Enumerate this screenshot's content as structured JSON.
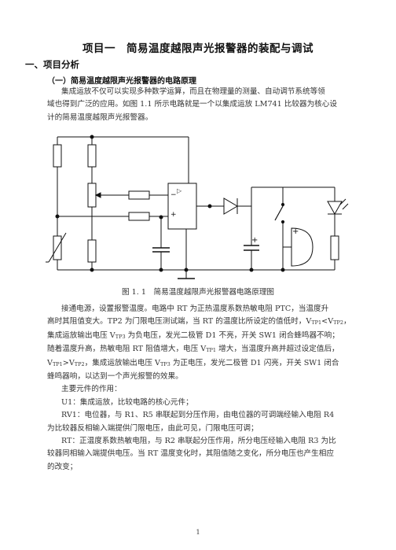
{
  "title": "项目一　简易温度越限声光报警器的装配与调试",
  "section1": "一、项目分析",
  "subsection1": "（一）简易温度越限声光报警器的电路原理",
  "intro": {
    "l1": "集成运放不仅可以实现多种数学运算，而且在物理量的测量、自动调节系统等领",
    "l2": "域也得到广泛的应用。如图 1.1 所示电路就是一个以集成运放 LM741 比较器为核心设",
    "l3": "计的简易温度越限声光报警器。"
  },
  "figure": {
    "caption": "图 1. 1　简易温度越限声光报警器电路原理图",
    "opamp_minus": "−",
    "opamp_plus": "+",
    "opamp_mark": "▷"
  },
  "body": {
    "l1": "接通电源，设置报警温度。电路中 RT 为正热温度系数热敏电阻 PTC，当温度升",
    "l2a": "高时其阻值变大。TP2 为门限电压测试端，当 RT 的温度比所设定的值低时，V",
    "l2s1": "TP1",
    "l2b": "<V",
    "l2s2": "TP2",
    "l2c": "，",
    "l3a": "集成运放输出电压 V",
    "l3s": "TP3",
    "l3b": " 为负电压，发光二极管 D1 不亮，开关 SW1 闭合蜂鸣器不响；",
    "l4a": "随着温度升高，热敏电阻 RT 阻值增大，电压 V",
    "l4s": "TP1",
    "l4b": " 增大，当温度升高并超过设定值后，",
    "l5a": "V",
    "l5s1": "TP1",
    "l5b": ">V",
    "l5s2": "TP2",
    "l5c": "，集成运放输出电压 V",
    "l5s3": "TP3",
    "l5d": " 为正电压，发光二极管 D1 闪亮，开关 SW1 闭合",
    "l6": "蜂鸣器响，以达到一个声光报警的效果。"
  },
  "components_heading": "主要元件的作用：",
  "u1": "U1：集成运放，比较电路的核心元件；",
  "rv1": {
    "l1": "RV1：电位器，与 R1、R5 串联起到分压作用，由电位器的可调端经输入电阻  R4",
    "l2": "为比较器反相输入端提供门限电压，由此可见，门限电压可调；"
  },
  "rt": {
    "l1": "RT：正温度系数热敏电阻，与 R2 串联起分压作用，所分电压经输入电阻 R3 为比",
    "l2": "较器同相输入端提供电压。当 RT 温度变化时，其阻值随之变化，所分电压也产生相应",
    "l3": "的改变；"
  },
  "page_number": "1"
}
